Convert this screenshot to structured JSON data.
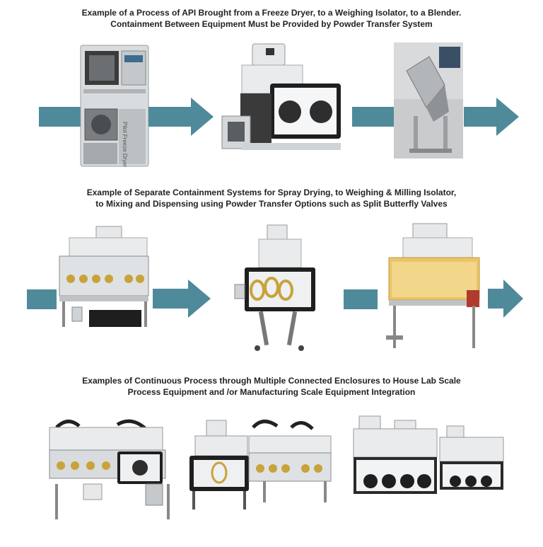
{
  "sections": [
    {
      "caption_lines": [
        "Example of a Process of API Brought from a Freeze Dryer, to a Weighing Isolator, to a Blender.",
        "Containment Between Equipment Must be Provided by Powder Transfer System"
      ],
      "freeze_dryer_label": "Pilot Freeze Dryer"
    },
    {
      "caption_lines": [
        "Example of Separate Containment Systems for Spray Drying, to Weighing & Milling Isolator,",
        "to Mixing and Dispensing using Powder Transfer Options such as Split Butterfly Valves"
      ]
    },
    {
      "caption_lines": [
        "Examples of Continuous Process through Multiple Connected Enclosures to House Lab Scale",
        "Process Equipment and /or Manufacturing Scale Equipment Integration"
      ]
    }
  ],
  "colors": {
    "arrow": "#4f8a9b",
    "steel": "#cfd3d6",
    "frame": "#2b2b2b",
    "glove_port": "#c9a23a"
  },
  "icons": [
    "right-arrow-icon",
    "freeze-dryer-illustration",
    "isolator-illustration",
    "blender-illustration"
  ]
}
